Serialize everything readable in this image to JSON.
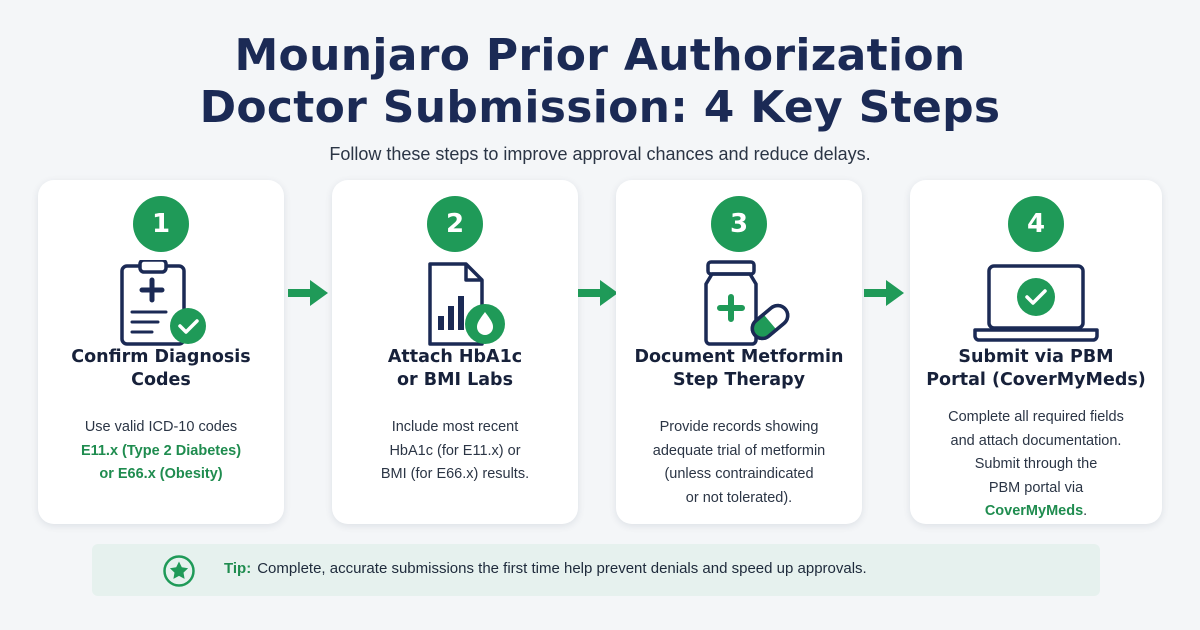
{
  "header": {
    "title_line1": "Mounjaro Prior Authorization",
    "title_line2": "Doctor Submission: 4 Key Steps",
    "subtitle": "Follow these steps to improve approval chances and reduce delays."
  },
  "steps": [
    {
      "number": "1",
      "icon": "clipboard-check-icon",
      "title_line1": "Confirm Diagnosis",
      "title_line2": "Codes",
      "body": [
        "Use valid ICD-10 codes"
      ],
      "body_highlight": [
        "E11.x (Type 2 Diabetes)",
        "or E66.x (Obesity)"
      ]
    },
    {
      "number": "2",
      "icon": "lab-report-drop-icon",
      "title_line1": "Attach HbA1c",
      "title_line2": "or BMI Labs",
      "body": [
        "Include most recent",
        "HbA1c (for E11.x) or",
        "BMI (for E66.x) results."
      ]
    },
    {
      "number": "3",
      "icon": "medication-bottle-pill-icon",
      "title_line1": "Document Metformin",
      "title_line2": "Step Therapy",
      "body": [
        "Provide records showing",
        "adequate trial of metformin",
        "(unless contraindicated",
        "or not tolerated)."
      ]
    },
    {
      "number": "4",
      "icon": "laptop-check-icon",
      "title_line1": "Submit via PBM",
      "title_line2": "Portal (CoverMyMeds)",
      "body": [
        "Complete all required fields",
        "and attach documentation.",
        "Submit through the",
        "PBM portal via"
      ],
      "body_highlight": "CoverMyMeds",
      "body_tail": "."
    }
  ],
  "tip": {
    "icon": "star-circle-icon",
    "label": "Tip:",
    "text": "Complete, accurate submissions the first time help prevent denials and speed up approvals."
  },
  "colors": {
    "accent": "#1f9a58",
    "navy": "#1b2a55",
    "tip_bg": "#e6f1ee"
  }
}
